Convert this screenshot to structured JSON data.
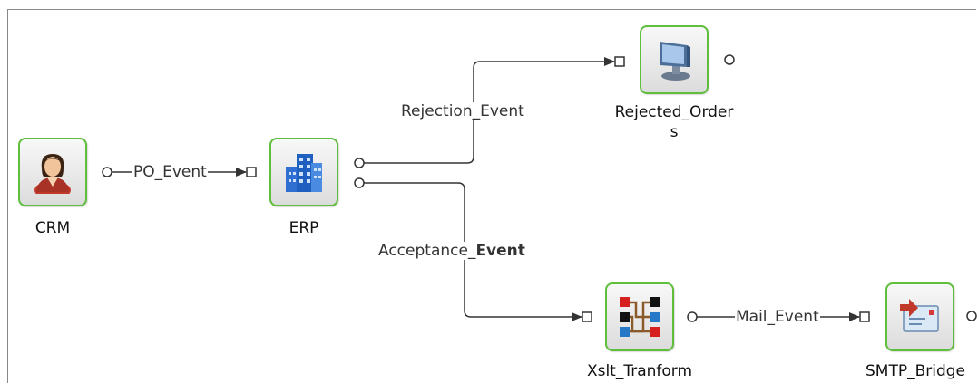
{
  "nodes": {
    "crm": {
      "label": "CRM"
    },
    "erp": {
      "label": "ERP"
    },
    "rejected": {
      "label_line1": "Rejected_Order",
      "label_line2": "s"
    },
    "xslt": {
      "label": "Xslt_Tranform"
    },
    "smtp": {
      "label": "SMTP_Bridge"
    }
  },
  "edges": {
    "po_event": "PO_Event",
    "rejection_event": "Rejection_Event",
    "acceptance_event_prefix": "Acceptance_",
    "acceptance_event_suffix": "Event",
    "mail_event": "Mail_Event"
  },
  "colors": {
    "node_border": "#5fbf3c",
    "connector": "#333333"
  },
  "icons": {
    "crm": "person-icon",
    "erp": "building-icon",
    "rejected": "monitor-icon",
    "xslt": "transform-icon",
    "smtp": "mail-icon"
  }
}
